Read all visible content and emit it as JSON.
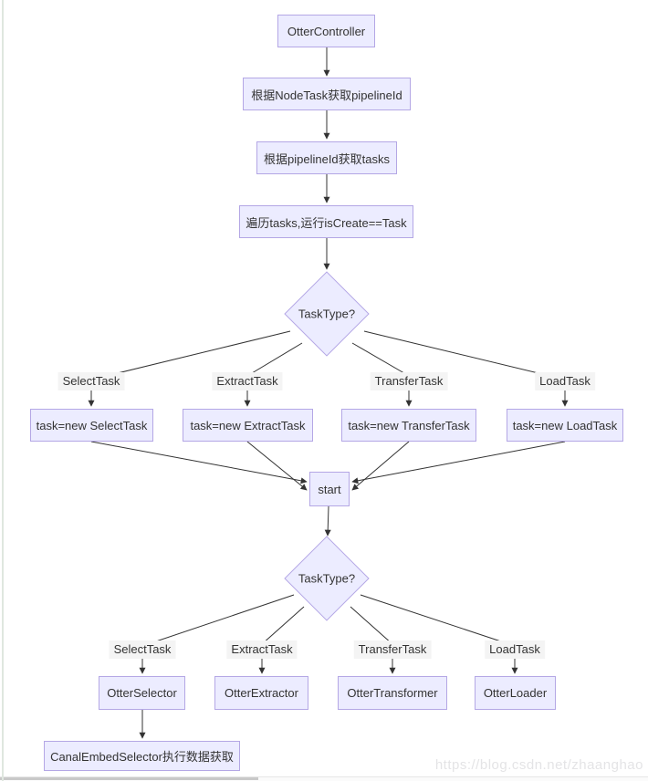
{
  "nodes": {
    "controller": "OtterController",
    "getPipelineId": "根据NodeTask获取pipelineId",
    "getTasks": "根据pipelineId获取tasks",
    "iterateTasks": "遍历tasks,运行isCreate==Task",
    "decision1": "TaskType?",
    "taskNewSelect": "task=new SelectTask",
    "taskNewExtract": "task=new ExtractTask",
    "taskNewTransfer": "task=new TransferTask",
    "taskNewLoad": "task=new LoadTask",
    "start": "start",
    "decision2": "TaskType?",
    "otterSelector": "OtterSelector",
    "otterExtractor": "OtterExtractor",
    "otterTransformer": "OtterTransformer",
    "otterLoader": "OtterLoader",
    "canalEmbed": "CanalEmbedSelector执行数据获取"
  },
  "edge_labels": {
    "top_select": "SelectTask",
    "top_extract": "ExtractTask",
    "top_transfer": "TransferTask",
    "top_load": "LoadTask",
    "bottom_select": "SelectTask",
    "bottom_extract": "ExtractTask",
    "bottom_transfer": "TransferTask",
    "bottom_load": "LoadTask"
  },
  "watermark": "https://blog.csdn.net/zhaanghao",
  "colors": {
    "node_fill": "#ECECFF",
    "node_border": "#b4a7e5",
    "edge_label_bg": "#f4f4f4",
    "line": "#333333"
  }
}
